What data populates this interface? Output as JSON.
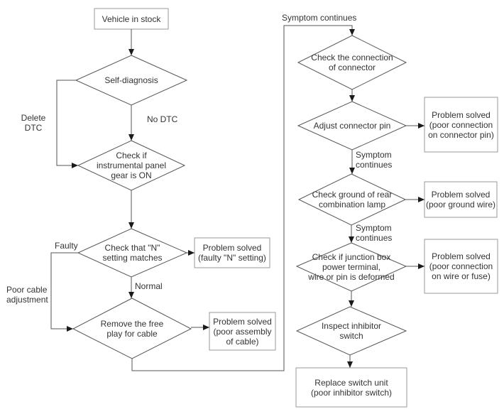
{
  "flowchart": {
    "nodes": {
      "vehicle_in_stock": "Vehicle in stock",
      "self_diagnosis": "Self-diagnosis",
      "check_instrument_panel": "Check if\ninstrumental panel\ngear is ON",
      "check_n_setting": "Check that \"N\"\nsetting matches",
      "remove_free_play": "Remove the free\nplay for cable",
      "problem_faulty_n": "Problem solved\n(faulty \"N\" setting)",
      "problem_poor_assembly": "Problem solved\n(poor assembly\nof cable)",
      "check_connection": "Check the connection\nof connector",
      "adjust_connector_pin": "Adjust connector pin",
      "problem_connector_pin": "Problem solved\n(poor connection\non connector pin)",
      "check_ground": "Check ground of rear\ncombination lamp",
      "problem_ground_wire": "Problem solved\n(poor ground wire)",
      "check_junction_box": "Check if junction box\npower terminal,\nwire or pin is deformed",
      "problem_wire_fuse": "Problem solved\n(poor connection\non wire or fuse)",
      "inspect_inhibitor": "Inspect inhibitor\nswitch",
      "replace_switch_unit": "Replace switch unit\n(poor inhibitor switch)"
    },
    "edge_labels": {
      "delete_dtc": "Delete\nDTC",
      "no_dtc": "No DTC",
      "faulty": "Faulty",
      "poor_cable_adjustment": "Poor cable\nadjustment",
      "normal": "Normal",
      "symptom_continues_top": "Symptom continues",
      "symptom_continues_1": "Symptom\ncontinues",
      "symptom_continues_2": "Symptom\ncontinues"
    },
    "colors": {
      "background": "#ffffff",
      "line": "#555555",
      "box_border": "#999999",
      "text": "#333333",
      "arrowhead": "#1a1a1a"
    }
  }
}
